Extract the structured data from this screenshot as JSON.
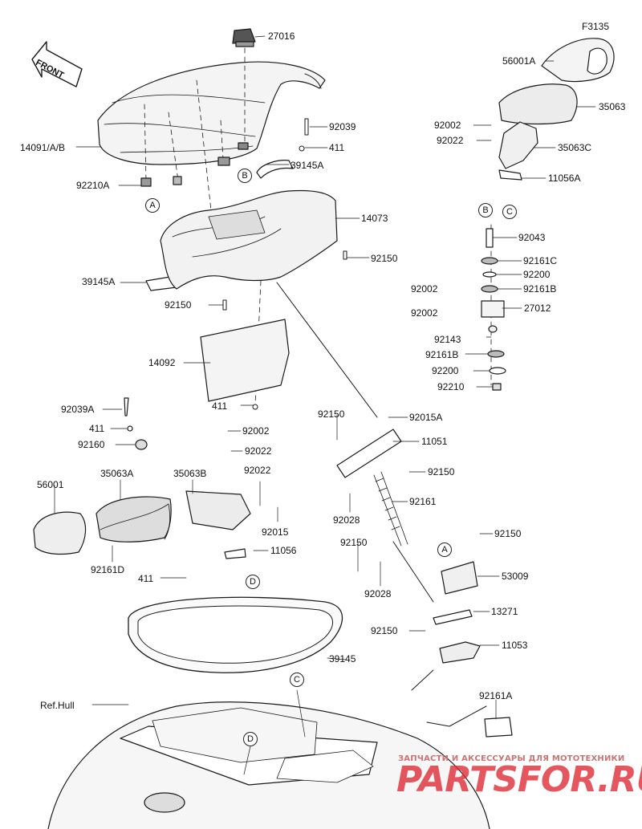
{
  "figure_code": "F3135",
  "front_label": "FRONT",
  "ref_label": "Ref.Hull",
  "watermark": {
    "line1": "ЗАПЧАСТИ И АКСЕССУАРЫ ДЛЯ МОТОТЕХНИКИ",
    "line2": "PARTSFOR.RU"
  },
  "callouts": {
    "A": "A",
    "B": "B",
    "C": "C",
    "D": "D"
  },
  "parts": [
    "27016",
    "14091/A/B",
    "92039",
    "411",
    "39145A",
    "92210A",
    "14073",
    "92150",
    "39145A",
    "92150",
    "14092",
    "411",
    "56001A",
    "35063",
    "92002",
    "92022",
    "35063C",
    "11056A",
    "92043",
    "92161C",
    "92200",
    "92002",
    "92161B",
    "92002",
    "27012",
    "92143",
    "92161B",
    "92200",
    "92210",
    "92039A",
    "411",
    "92160",
    "92002",
    "92022",
    "92022",
    "56001",
    "35063A",
    "35063B",
    "92015",
    "11056",
    "92161D",
    "411",
    "92150",
    "92015A",
    "11051",
    "92150",
    "92028",
    "92161",
    "92150",
    "92028",
    "92150",
    "53009",
    "13271",
    "92150",
    "11053",
    "39145",
    "92161A"
  ]
}
